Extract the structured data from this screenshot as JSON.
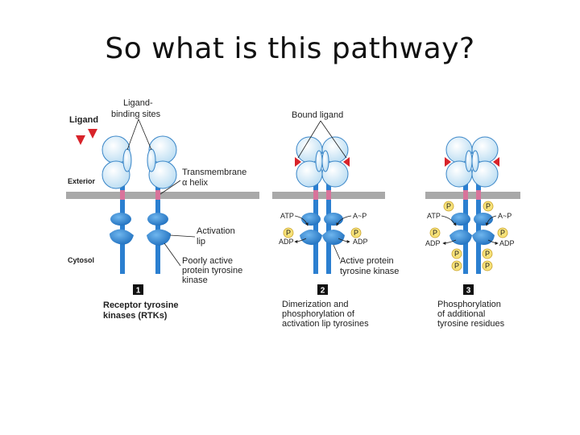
{
  "slide": {
    "title": "So what is this pathway?"
  },
  "figure": {
    "colors": {
      "receptor_light": "#cfe6f5",
      "receptor_outline": "#3a86c8",
      "kinase_blue": "#2b7fd0",
      "membrane": "#a9a9a9",
      "ligand_red": "#d8232a",
      "tm_pink": "#d9739b",
      "phosphate_yellow": "#f7e27a"
    },
    "labels": {
      "ligand": "Ligand",
      "binding_sites_1": "Ligand-",
      "binding_sites_2": "binding sites",
      "exterior": "Exterior",
      "cytosol": "Cytosol",
      "tm_1": "Transmembrane",
      "tm_2": "α helix",
      "activation_1": "Activation",
      "activation_2": "lip",
      "poorly_1": "Poorly active",
      "poorly_2": "protein tyrosine",
      "poorly_3": "kinase",
      "bound_ligand": "Bound ligand",
      "atp": "ATP",
      "a_p": "A~P",
      "adp": "ADP",
      "phosphate": "P",
      "active_1": "Active protein",
      "active_2": "tyrosine kinase"
    },
    "panels": [
      {
        "number": "1",
        "caption": [
          "Receptor tyrosine",
          "kinases (RTKs)"
        ]
      },
      {
        "number": "2",
        "caption": [
          "Dimerization and",
          "phosphorylation of",
          "activation lip tyrosines"
        ]
      },
      {
        "number": "3",
        "caption": [
          "Phosphorylation",
          "of additional",
          "tyrosine residues"
        ]
      }
    ]
  }
}
